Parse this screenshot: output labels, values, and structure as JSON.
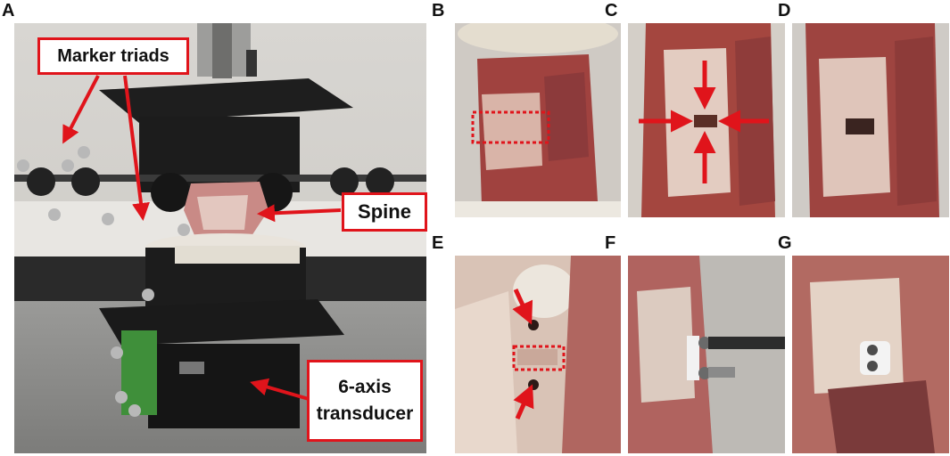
{
  "panels": {
    "a": "A",
    "b": "B",
    "c": "C",
    "d": "D",
    "e": "E",
    "f": "F",
    "g": "G"
  },
  "labels": {
    "marker_triads": "Marker triads",
    "spine": "Spine",
    "transducer_line1": "6-axis",
    "transducer_line2": "transducer"
  },
  "colors": {
    "annotation_red": "#e0141b",
    "tissue_red": "#a8303a",
    "tissue_pale": "#e6d6cc",
    "fixture_black": "#1c1c1c",
    "marker_grey": "#b8b8b8",
    "mount_green": "#3f8f3a"
  }
}
